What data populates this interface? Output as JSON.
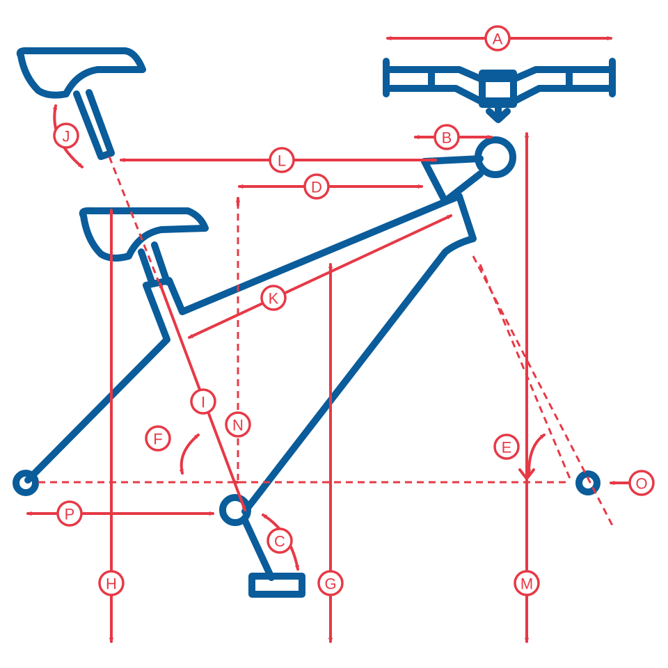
{
  "title": "Bike fit geometry diagram",
  "colors": {
    "frame": "#0a5c9a",
    "measure": "#e63946"
  },
  "labels": {
    "A": "A",
    "B": "B",
    "C": "C",
    "D": "D",
    "E": "E",
    "F": "F",
    "G": "G",
    "H": "H",
    "I": "I",
    "J": "J",
    "K": "K",
    "L": "L",
    "M": "M",
    "N": "N",
    "O": "O",
    "P": "P"
  }
}
